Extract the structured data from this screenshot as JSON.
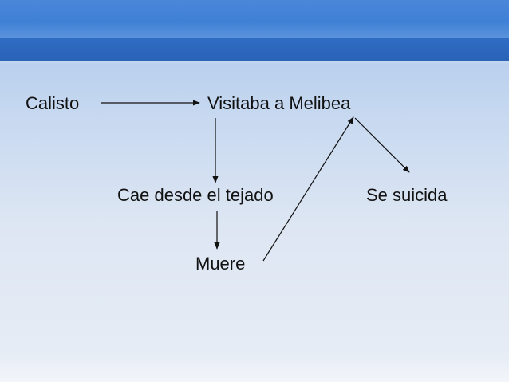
{
  "diagram": {
    "nodes": {
      "calisto": "Calisto",
      "visitaba": "Visitaba a Melibea",
      "cae": "Cae desde el tejado",
      "se_suicida": "Se suicida",
      "muere": "Muere"
    },
    "colors": {
      "text": "#111111",
      "arrow": "#111111",
      "header": "#3f80d6",
      "header_band": "#2a63b8"
    }
  }
}
